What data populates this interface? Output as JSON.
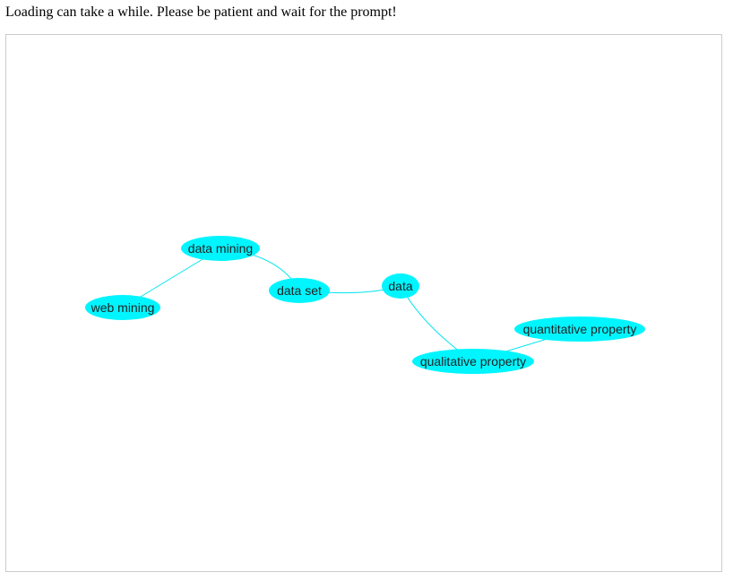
{
  "notice_text": "Loading can take a while. Please be patient and wait for the prompt!",
  "colors": {
    "node_fill": "#00f5ff",
    "edge_stroke": "#00e5f0",
    "frame_border": "#cccccc"
  },
  "graph": {
    "nodes": [
      {
        "id": "data-mining",
        "label": "data mining"
      },
      {
        "id": "web-mining",
        "label": "web mining"
      },
      {
        "id": "data-set",
        "label": "data set"
      },
      {
        "id": "data",
        "label": "data"
      },
      {
        "id": "qualitative-property",
        "label": "qualitative property"
      },
      {
        "id": "quantitative-property",
        "label": "quantitative property"
      }
    ],
    "edges": [
      {
        "source": "data-mining",
        "target": "web-mining"
      },
      {
        "source": "data-mining",
        "target": "data-set"
      },
      {
        "source": "data-set",
        "target": "data"
      },
      {
        "source": "data",
        "target": "qualitative-property"
      },
      {
        "source": "qualitative-property",
        "target": "quantitative-property"
      }
    ]
  }
}
